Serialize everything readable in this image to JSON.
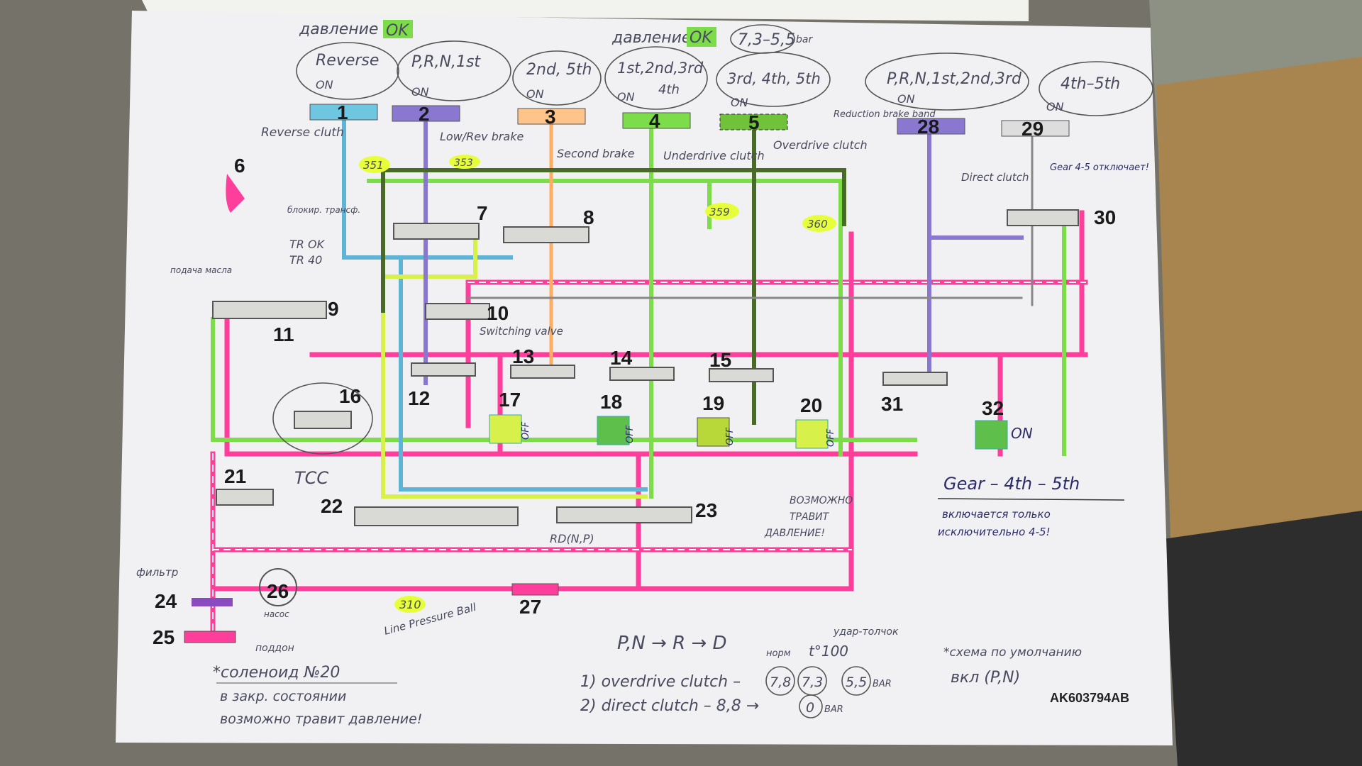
{
  "header": {
    "pressure_label_1": "давление",
    "ok_1": "OK",
    "pressure_label_2": "давление",
    "ok_2": "OK",
    "pressure_range": "7,3–5,5",
    "bar_unit": "bar"
  },
  "bubbles": [
    {
      "text": "Reverse",
      "state": "ON"
    },
    {
      "text": "P,R,N,1st",
      "state": "ON"
    },
    {
      "text": "2nd, 5th",
      "state": "ON"
    },
    {
      "text": "1st,2nd,3rd",
      "text2": "4th",
      "state": "ON"
    },
    {
      "text": "3rd, 4th, 5th",
      "state": "ON"
    },
    {
      "text": "P,R,N,1st,2nd,3rd",
      "state": "ON"
    },
    {
      "text": "4th–5th",
      "state": "ON"
    }
  ],
  "numbers": [
    "1",
    "2",
    "3",
    "4",
    "5",
    "6",
    "7",
    "8",
    "9",
    "10",
    "11",
    "12",
    "13",
    "14",
    "15",
    "16",
    "17",
    "18",
    "19",
    "20",
    "21",
    "22",
    "23",
    "24",
    "25",
    "26",
    "27",
    "28",
    "29",
    "30",
    "31",
    "32"
  ],
  "components": {
    "reverse_clutch": "Reverse cluth",
    "low_rev_brake": "Low/Rev brake",
    "second_brake": "Second brake",
    "underdrive_clutch": "Underdrive clutch",
    "overdrive_clutch": "Overdrive clutch",
    "reduction_brake_band": "Reduction brake band",
    "direct_clutch": "Direct clutch",
    "gear_off": "Gear 4-5 отключает!",
    "switching_valve": "Switching valve",
    "oil_supply": "подача масла",
    "torque_lock": "блокир. трансф.",
    "tr_ok": "TR OK",
    "tr_40": "TR 40",
    "tcc": "TCC",
    "rdnp": "RD(N,P)",
    "pump": "насос",
    "filter": "фильтр",
    "pan": "поддон",
    "line_pressure_ball": "Line Pressure Ball",
    "bleeds_warning": [
      "ВОЗМОЖНО",
      "ТРАВИТ",
      "ДАВЛЕНИЕ!"
    ],
    "off": "OFF",
    "on": "ON"
  },
  "codes": {
    "c351": "351",
    "c353": "353",
    "c359": "359",
    "c360": "360",
    "c310": "310"
  },
  "notes": {
    "solenoid_title": "*соленоид №20",
    "solenoid_line1": "в закр. состоянии",
    "solenoid_line2": "возможно травит давление!",
    "shift_seq": "P,N → R → D",
    "norm": "норм",
    "temp": "t°100",
    "shock": "удар-толчок",
    "od_clutch": "1) overdrive clutch –",
    "od_values": [
      "7,8",
      "7,3",
      "5,5"
    ],
    "bar": "BAR",
    "direct_clutch": "2) direct clutch – 8,8 →",
    "direct_value": "0",
    "default_scheme": "*схема по умолчанию",
    "default_scheme2": "вкл (P,N)",
    "part_code": "AK603794AB",
    "gear_title": "Gear – 4th – 5th",
    "gear_line1": "включается только",
    "gear_line2": "исключительно 4-5!"
  },
  "colors": {
    "line_pressure": "#ff3d9a",
    "green": "#7ddc4a",
    "blue": "#5fb3d6",
    "yellow": "#d8f04a",
    "purple": "#8a78d0",
    "orange": "#ffad60",
    "highlight": "#e6ff3a"
  }
}
